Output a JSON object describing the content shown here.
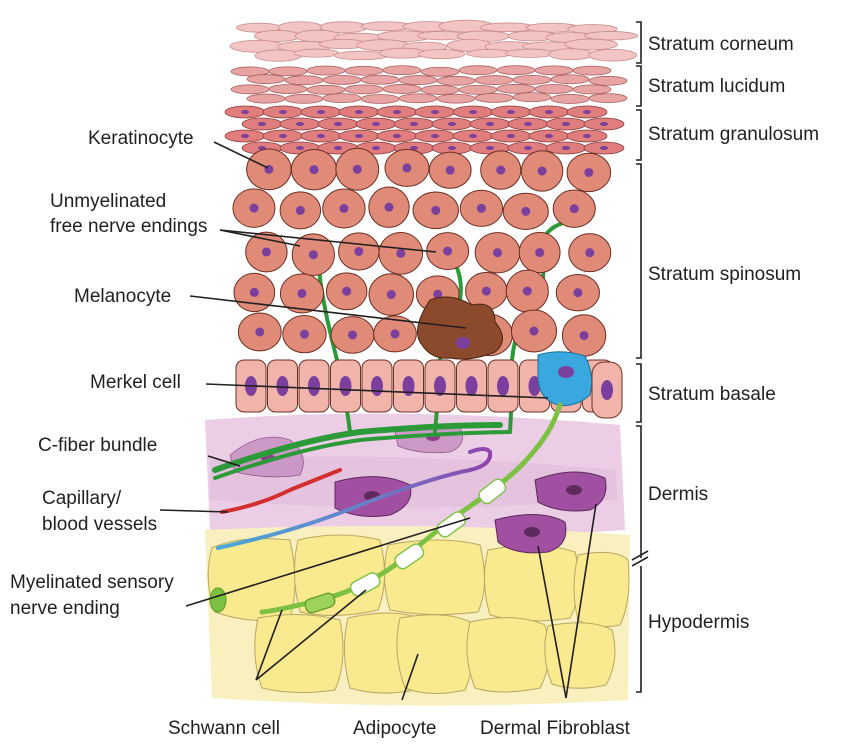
{
  "layers": [
    {
      "id": "corneum",
      "label": "Stratum corneum"
    },
    {
      "id": "lucidum",
      "label": "Stratum lucidum"
    },
    {
      "id": "granulosum",
      "label": "Stratum granulosum"
    },
    {
      "id": "spinosum",
      "label": "Stratum spinosum"
    },
    {
      "id": "basale",
      "label": "Stratum basale"
    },
    {
      "id": "dermis",
      "label": "Dermis"
    },
    {
      "id": "hypodermis",
      "label": "Hypodermis"
    }
  ],
  "left_labels": {
    "keratinocyte": "Keratinocyte",
    "unmyelinated_1": "Unmyelinated",
    "unmyelinated_2": "free nerve endings",
    "melanocyte": "Melanocyte",
    "merkel": "Merkel cell",
    "cfiber": "C-fiber bundle",
    "capillary_1": "Capillary/",
    "capillary_2": "blood vessels",
    "myelinated_1": "Myelinated sensory",
    "myelinated_2": "nerve ending"
  },
  "bottom_labels": {
    "schwann": "Schwann cell",
    "adipocyte": "Adipocyte",
    "fibroblast": "Dermal Fibroblast"
  },
  "colors": {
    "corneum": "#f2c4c4",
    "lucidum": "#e8a3a3",
    "granulosum": "#e07d7d",
    "keratinocyte": "#e08a78",
    "basal_cell": "#f0b4aa",
    "nucleus": "#7b3f9e",
    "melanocyte": "#8b4a2b",
    "merkel": "#3aa8de",
    "nerve": "#2d9a3a",
    "myelin": "#7dc142",
    "dermis": "#e6c4e0",
    "fibroblast": "#a14fa0",
    "adipocyte": "#f7e58a",
    "hypodermis_bg": "#f9ecb0",
    "capillary_red": "#d32f2f",
    "capillary_blue": "#4aa8d8",
    "capillary_purple": "#8e44ad"
  }
}
